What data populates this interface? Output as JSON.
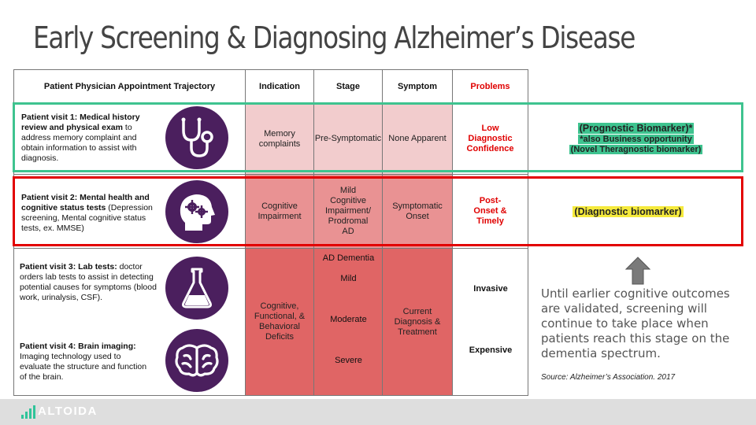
{
  "title": "Early Screening & Diagnosing Alzheimer’s Disease",
  "headers": {
    "trajectory": "Patient Physician Appointment Trajectory",
    "indication": "Indication",
    "stage": "Stage",
    "symptom": "Symptom",
    "problems": "Problems"
  },
  "visits": [
    {
      "bold": "Patient visit 1: Medical history review and physical exam",
      "rest": " to address memory complaint and obtain information to assist with diagnosis.",
      "icon": "stethoscope-icon"
    },
    {
      "bold": "Patient visit 2: Mental health and cognitive status tests",
      "rest": " (Depression screening, Mental cognitive status tests, ex. MMSE)",
      "icon": "brain-gears-head-icon"
    },
    {
      "bold": "Patient visit 3: Lab tests:",
      "rest": " doctor orders lab tests to assist in detecting potential causes for symptoms (blood work, urinalysis, CSF).",
      "icon": "flask-icon"
    },
    {
      "bold": "Patient visit 4: Brain imaging:",
      "rest": " Imaging technology used to evaluate the structure and function of the brain.",
      "icon": "brain-icon"
    }
  ],
  "row1": {
    "indication": "Memory complaints",
    "stage": "Pre-Symptomatic",
    "symptom": "None Apparent",
    "problem": "Low Diagnostic Confidence"
  },
  "row2": {
    "indication": "Cognitive Impairment",
    "stage": "Mild Cognitive Impairment/ Prodromal AD",
    "symptom": "Symptomatic Onset",
    "problem": "Post-Onset & Timely"
  },
  "row3": {
    "indication": "Cognitive, Functional, & Behavioral Deficits",
    "stages": [
      "AD Dementia",
      "Mild",
      "Moderate",
      "Severe"
    ],
    "symptom": "Current Diagnosis & Treatment",
    "problem_a": "Invasive",
    "problem_b": "Expensive"
  },
  "biomarkers": {
    "prognostic": "(Prognostic Biomarker)*",
    "business": "*also Business opportunity",
    "novel": "(Novel Theragnostic biomarker)",
    "diagnostic": "(Diagnostic biomarker)"
  },
  "note": "Until earlier cognitive outcomes are validated, screening will continue to take place when patients reach this stage on the dementia spectrum.",
  "source": "Source: Alzheimer’s Association. 2017",
  "footer": {
    "logo": "ALTOIDA"
  },
  "colors": {
    "row1": "#f2cccd",
    "row2": "#e99293",
    "row3": "#e06565",
    "green": "#3ec38f",
    "red": "#e20000",
    "purple": "#4b1f5e"
  }
}
